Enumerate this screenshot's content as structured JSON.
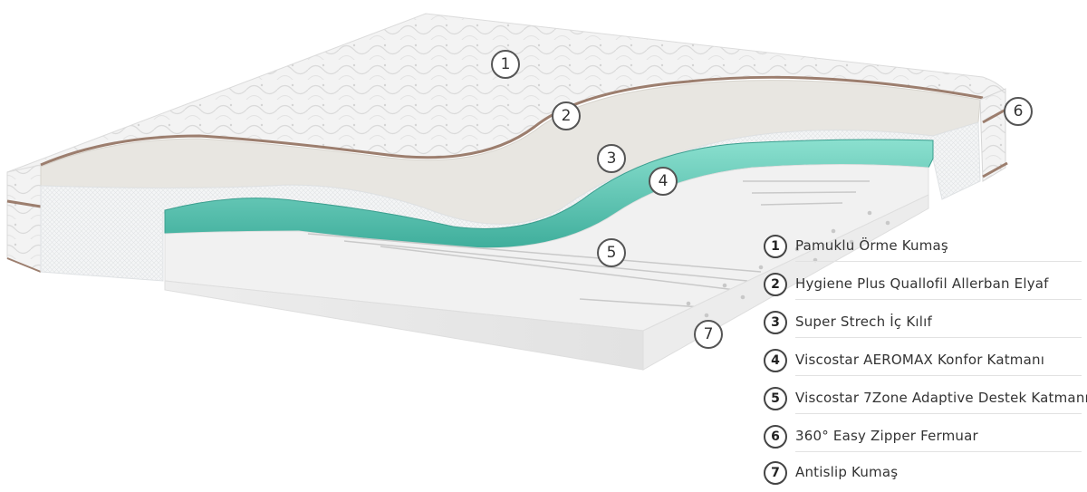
{
  "layers": [
    {
      "num": "1",
      "label": "Pamuklu Örme Kumaş"
    },
    {
      "num": "2",
      "label": "Hygiene Plus Quallofil Allerban Elyaf"
    },
    {
      "num": "3",
      "label": "Super Strech İç Kılıf"
    },
    {
      "num": "4",
      "label": "Viscostar AEROMAX Konfor Katmanı"
    },
    {
      "num": "5",
      "label": "Viscostar 7Zone Adaptive Destek Katmanı"
    },
    {
      "num": "6",
      "label": "360° Easy Zipper Fermuar"
    },
    {
      "num": "7",
      "label": "Antislip Kumaş"
    }
  ],
  "colors": {
    "fabric": "#f2f2f2",
    "fiber": "#e6e4df",
    "sleeve": "#eef1f2",
    "memory_foam": "#5fc4b3",
    "support_foam": "#e9e8e8",
    "zipper_piping": "#9c7e6e"
  }
}
